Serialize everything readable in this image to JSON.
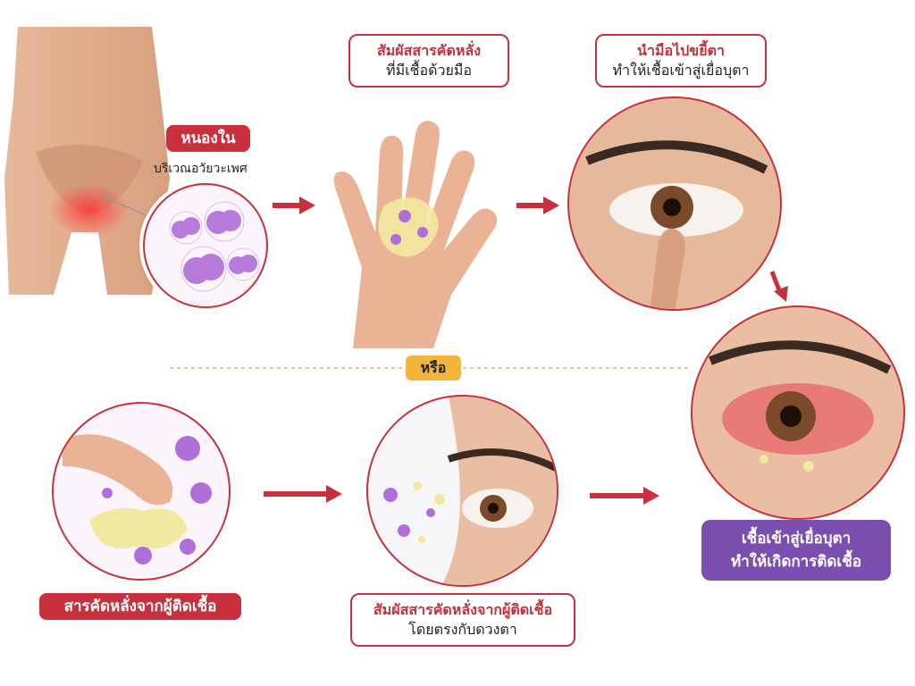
{
  "labels": {
    "source_title": "หนองใน",
    "source_subtitle": "บริเวณอวัยวะเพศ",
    "touch_line1": "สัมผัสสารคัดหลั่ง",
    "touch_line2": "ที่มีเชื้อด้วยมือ",
    "rub_line1": "นำมือไปขยี้ตา",
    "rub_line2": "ทำให้เชื้อเข้าสู่เยื่อบุตา",
    "or_label": "หรือ",
    "secretion_label": "สารคัดหลั่งจากผู้ติดเชื้อ",
    "direct_line1": "สัมผัสสารคัดหลั่งจากผู้ติดเชื้อ",
    "direct_line2": "โดยตรงกับดวงตา",
    "result_line1": "เชื้อเข้าสู่เยื่อบุตา",
    "result_line2": "ทำให้เกิดการติดเชื้อ"
  },
  "colors": {
    "accent_red": "#c9303e",
    "or_badge": "#f4b63a",
    "result_box": "#7b4fb0",
    "bacteria": "#b06fd8"
  }
}
